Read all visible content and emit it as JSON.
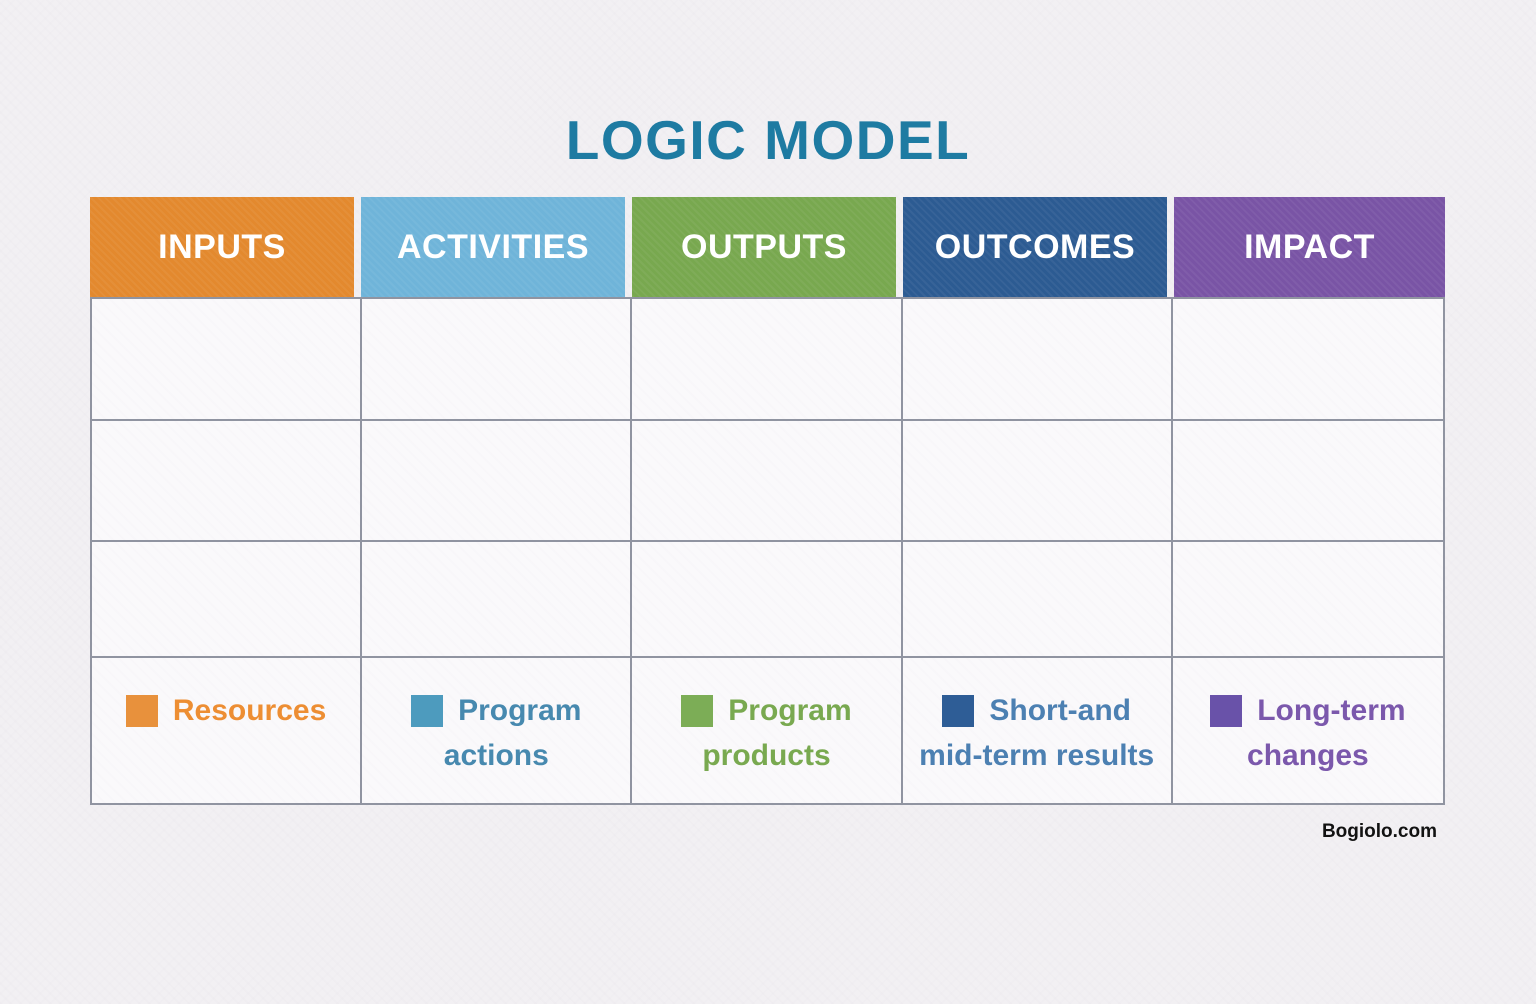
{
  "title": "LOGIC MODEL",
  "watermark": "Bogiolo.com",
  "colors": {
    "title": "#1E7BA2",
    "grid_line": "#9094A1",
    "page_bg": "#F2F0F3",
    "cell_bg": "#FAF9FB",
    "header_text": "#FFFFFF"
  },
  "body_empty_rows": 3,
  "columns": [
    {
      "label": "INPUTS",
      "header_bg": "#E3892E",
      "legend": {
        "line1": "Resources",
        "line2": "",
        "square": "#E8913C",
        "text_color": "#ED8E33"
      }
    },
    {
      "label": "ACTIVITIES",
      "header_bg": "#6FB4D9",
      "legend": {
        "line1": "Program",
        "line2": "actions",
        "square": "#4D9BBE",
        "text_color": "#4789AF"
      }
    },
    {
      "label": "OUTPUTS",
      "header_bg": "#78A84F",
      "legend": {
        "line1": "Program",
        "line2": "products",
        "square": "#7CAD56",
        "text_color": "#79A950"
      }
    },
    {
      "label": "OUTCOMES",
      "header_bg": "#2C5B92",
      "legend": {
        "line1": "Short-and",
        "line2": "mid-term results",
        "square": "#2E5D96",
        "text_color": "#4C80B2"
      }
    },
    {
      "label": "IMPACT",
      "header_bg": "#7954A5",
      "legend": {
        "line1": "Long-term",
        "line2": "changes",
        "square": "#6952A9",
        "text_color": "#7B58AC"
      }
    }
  ]
}
